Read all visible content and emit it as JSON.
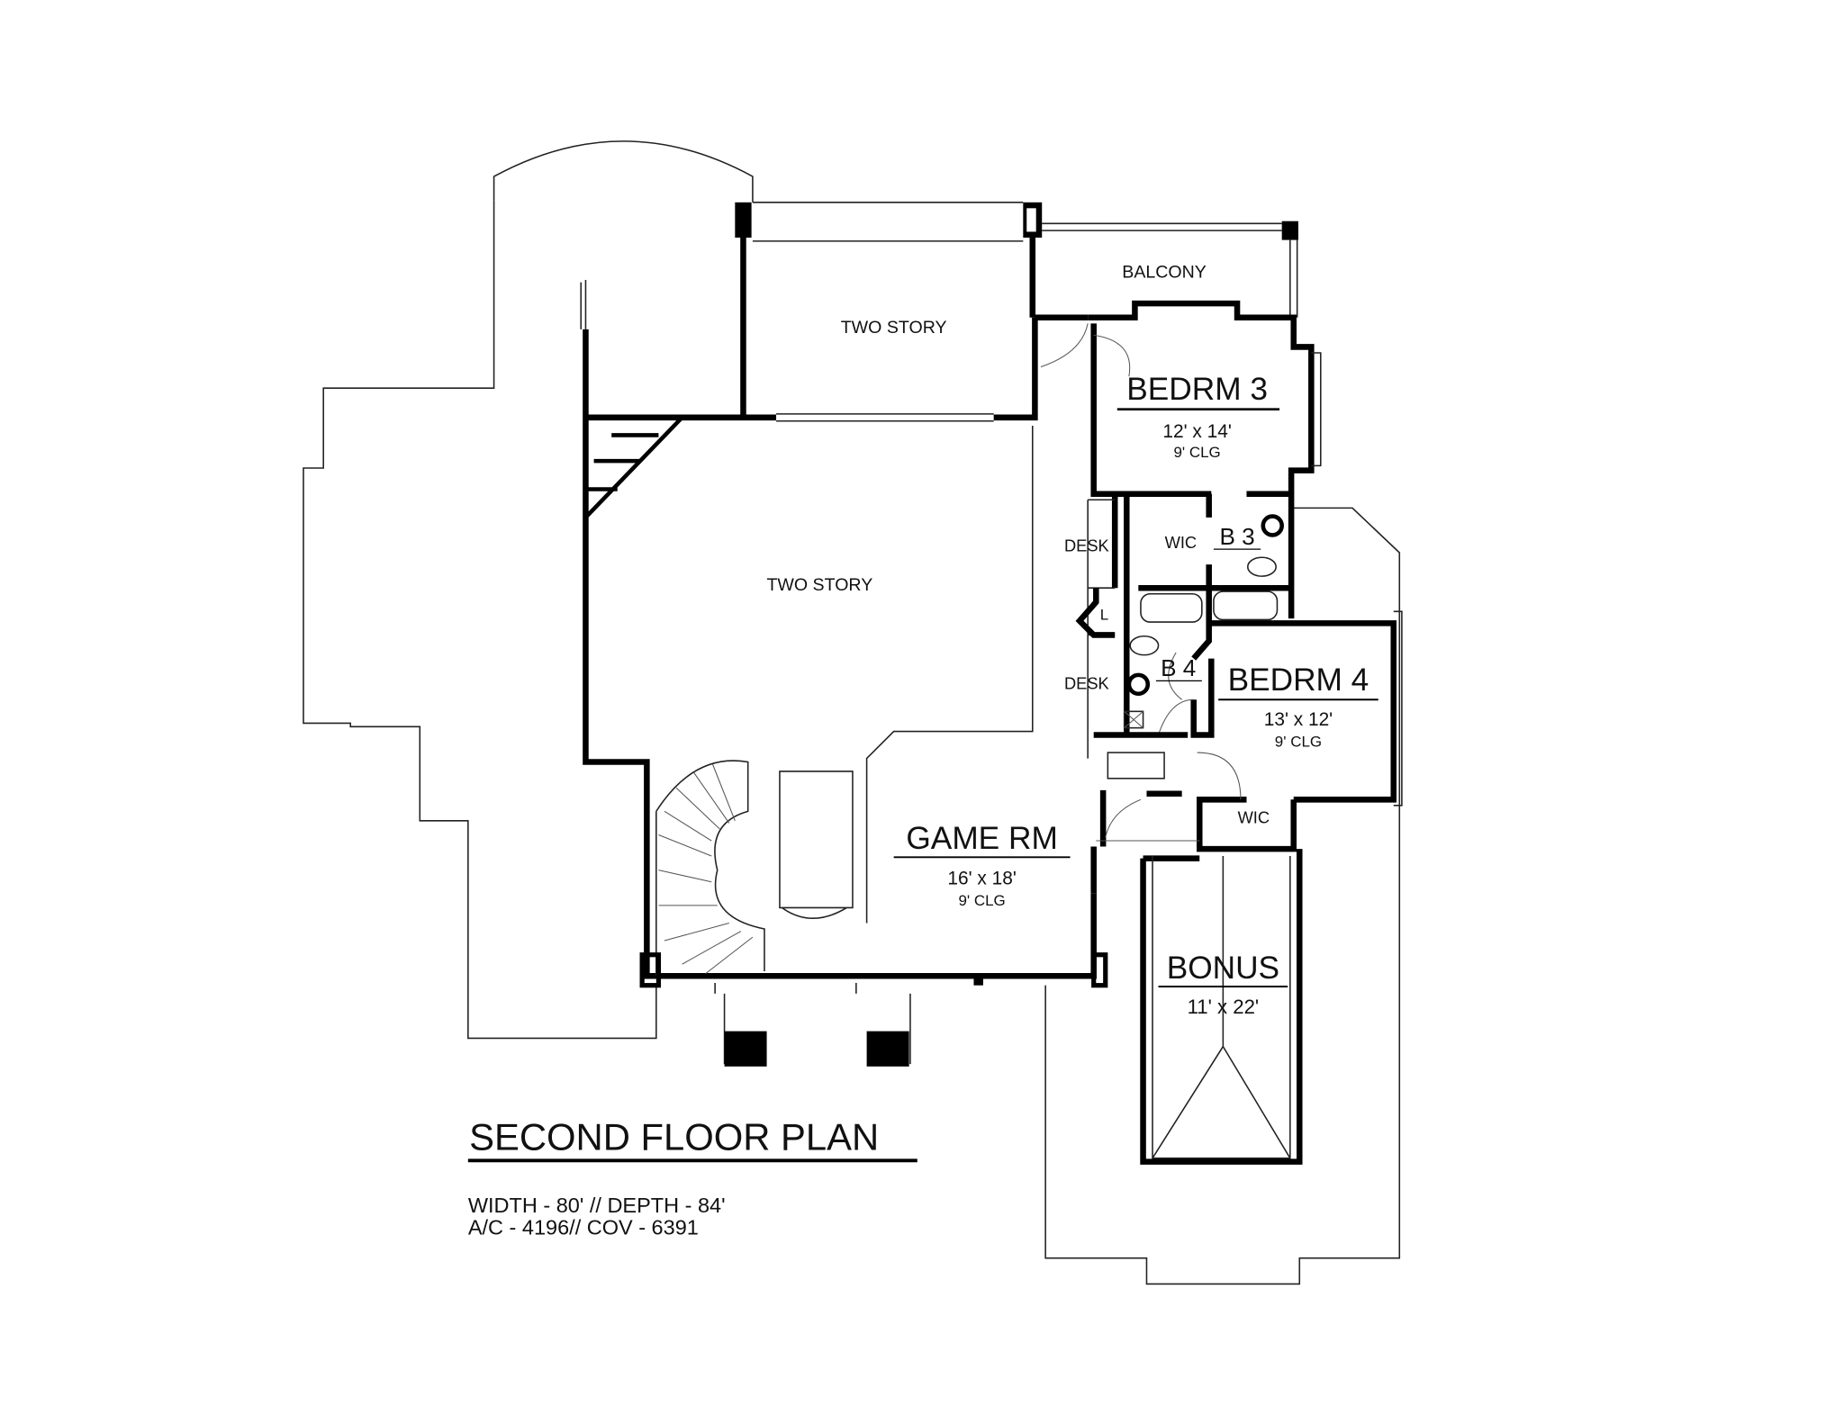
{
  "plan": {
    "title": "SECOND FLOOR PLAN",
    "specs": [
      "WIDTH - 80' // DEPTH - 84'",
      "A/C - 4196// COV - 6391"
    ]
  },
  "rooms": {
    "two_story_top": "TWO STORY",
    "two_story_main": "TWO STORY",
    "balcony": "BALCONY",
    "bedrm3": {
      "name": "BEDRM 3",
      "size": "12' x 14'",
      "clg": "9' CLG"
    },
    "bedrm4": {
      "name": "BEDRM 4",
      "size": "13' x 12'",
      "clg": "9' CLG"
    },
    "game": {
      "name": "GAME RM",
      "size": "16' x 18'",
      "clg": "9' CLG"
    },
    "bonus": {
      "name": "BONUS",
      "size": "11' x 22'"
    },
    "wic1": "WIC",
    "wic2": "WIC",
    "b3": "B 3",
    "b4": "B 4",
    "desk1": "DESK",
    "desk2": "DESK",
    "linen": "L"
  }
}
